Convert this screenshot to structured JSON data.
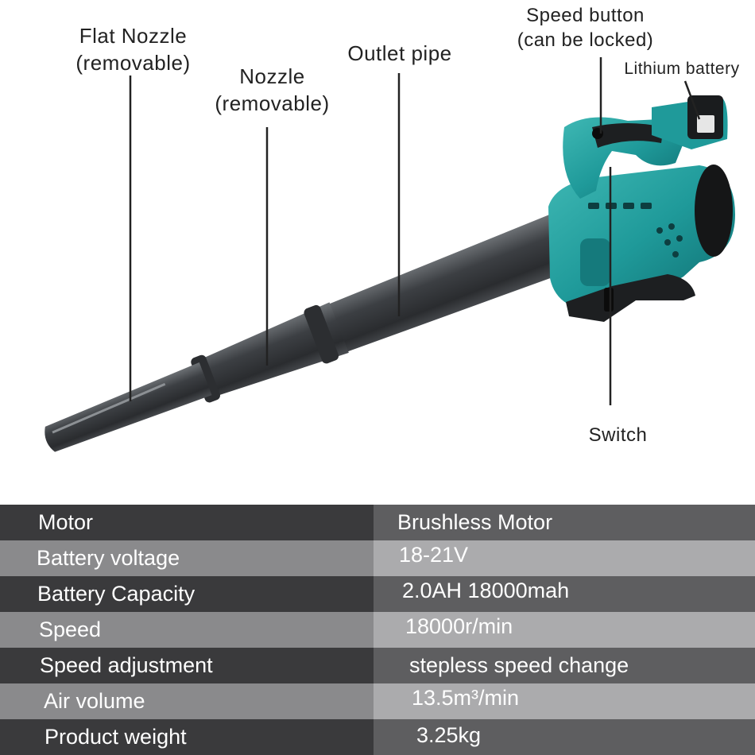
{
  "callouts": {
    "flat_nozzle": [
      "Flat Nozzle",
      "(removable)"
    ],
    "nozzle": [
      "Nozzle",
      "(removable)"
    ],
    "outlet_pipe": "Outlet pipe",
    "speed_button": [
      "Speed button",
      "(can be locked)"
    ],
    "lithium_battery": "Lithium battery",
    "switch": "Switch"
  },
  "colors": {
    "body_teal": "#1f9a9a",
    "body_teal_dark": "#0f6d70",
    "tube_dark": "#3a3d40",
    "handle_black": "#1d1f21",
    "row_dark_label": "#3a3a3c",
    "row_dark_value": "#5e5e60",
    "row_light_label": "#8a8a8c",
    "row_light_value": "#ababad"
  },
  "specs": [
    {
      "label": "Motor",
      "value": "Brushless Motor"
    },
    {
      "label": "Battery voltage",
      "value": "18-21V"
    },
    {
      "label": "Battery Capacity",
      "value": "2.0AH 18000mah"
    },
    {
      "label": "Speed",
      "value": "18000r/min"
    },
    {
      "label": "Speed adjustment",
      "value": "stepless speed change"
    },
    {
      "label": "Air volume",
      "value": "13.5m³/min"
    },
    {
      "label": "Product weight",
      "value": "3.25kg"
    }
  ]
}
